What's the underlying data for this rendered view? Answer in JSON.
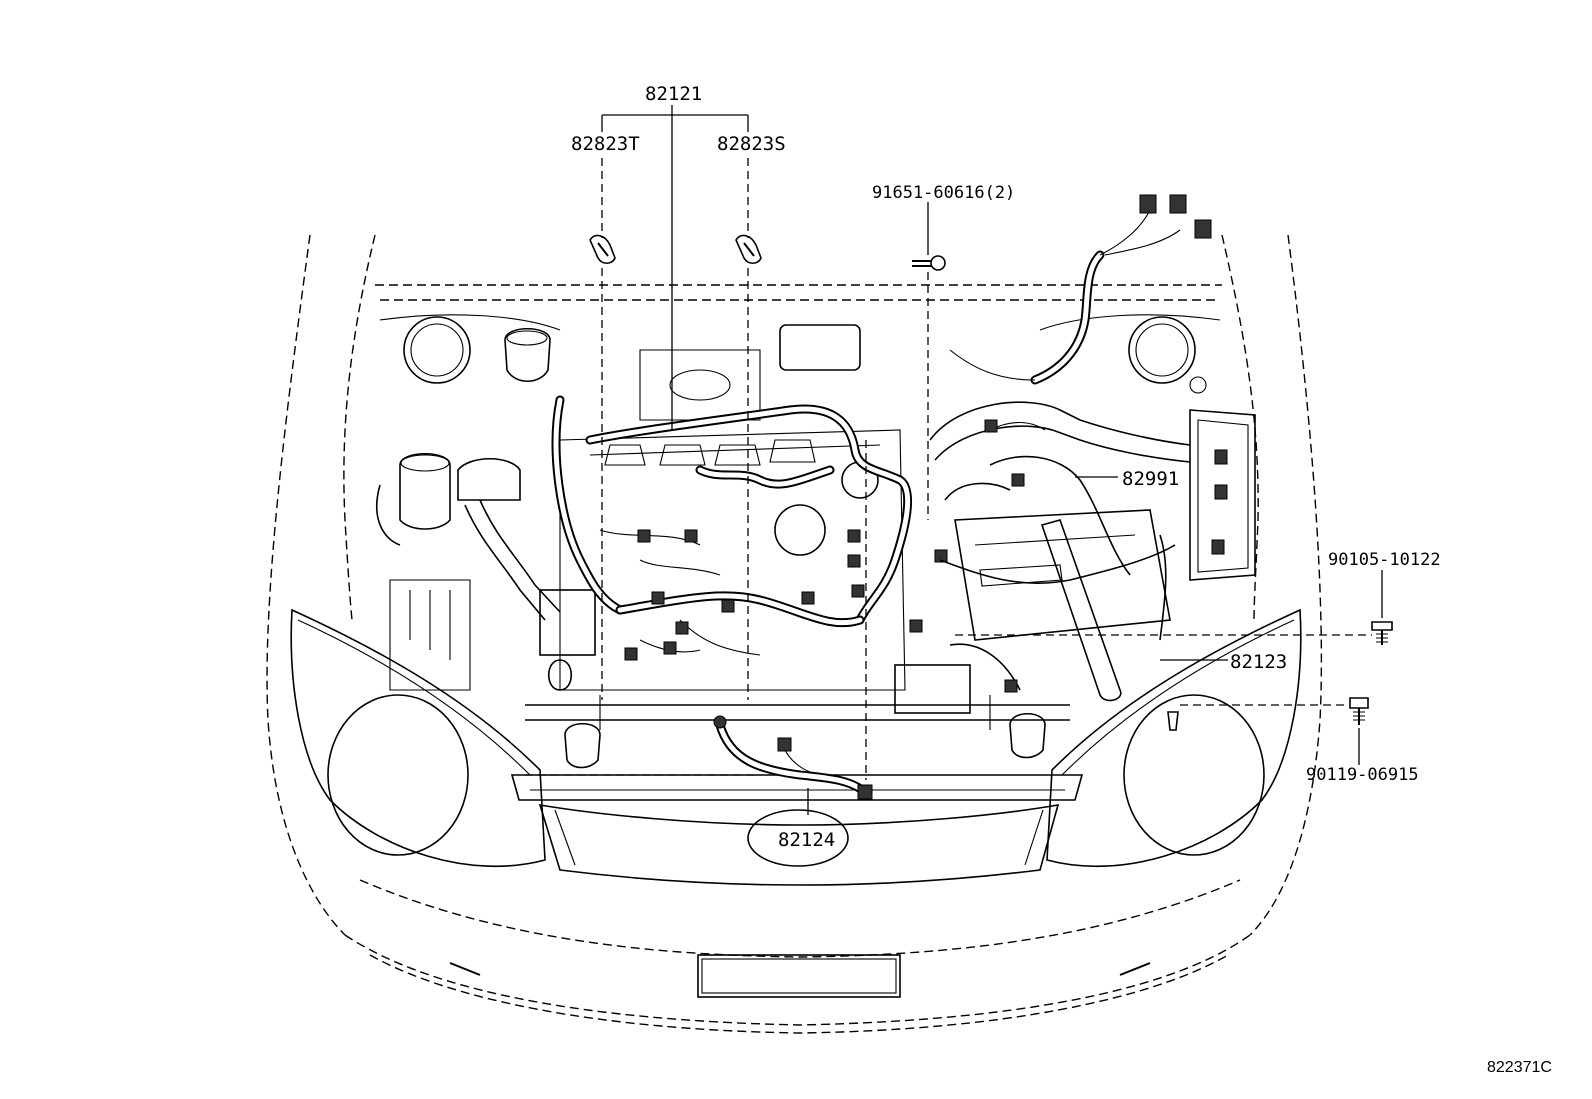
{
  "labels": {
    "main_harness": "82121",
    "clamp_t": "82823T",
    "clamp_s": "82823S",
    "clip": "91651-60616(2)",
    "sub_harness_a": "82991",
    "bolt_a": "90105-10122",
    "sub_harness_b": "82123",
    "bolt_b": "90119-06915",
    "sub_harness_c": "82124"
  },
  "figure_ref": "822371C",
  "colors": {
    "line": "#000000",
    "background": "#ffffff"
  }
}
